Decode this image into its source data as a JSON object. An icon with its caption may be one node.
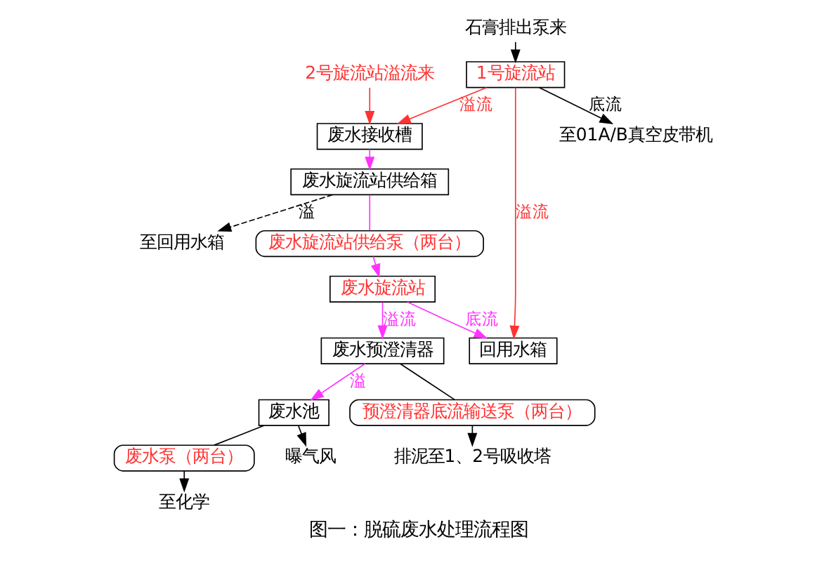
{
  "diagram": {
    "caption": "图一：脱硫废水处理流程图",
    "nodes": [
      {
        "text": [
          "1号旋流站"
        ]
      },
      {
        "text": [
          "石膏排出泵来"
        ]
      },
      {
        "text": [
          "至01A/B真空皮带机"
        ]
      },
      {
        "text": [
          "2号旋流站溢流来"
        ]
      },
      {
        "text": [
          "废水接收槽"
        ]
      },
      {
        "text": [
          "废水旋流站供给箱"
        ]
      },
      {
        "text": [
          "至回用水箱"
        ]
      },
      {
        "text": [
          "废水旋流站供给泵（两台）"
        ]
      },
      {
        "text": [
          "废水旋流站"
        ]
      },
      {
        "text": [
          "回用水箱"
        ]
      },
      {
        "text": [
          "废水预澄清器"
        ]
      },
      {
        "text": [
          "废水池"
        ]
      },
      {
        "text": [
          "废水泵（两台）"
        ]
      },
      {
        "text": [
          "至化学"
        ]
      },
      {
        "text": [
          "曝气风"
        ]
      },
      {
        "text": [
          "预澄清器底流输送泵（两台）"
        ]
      },
      {
        "text": [
          "排泥至1、2号吸收塔"
        ]
      }
    ],
    "edges": [
      {
        "from": 1,
        "to": 0,
        "arrow": "to"
      },
      {
        "from": 0,
        "to": 2,
        "arrow": "to",
        "label": "底流"
      },
      {
        "from": 0,
        "to": 4,
        "arrow": "to",
        "label": "溢流",
        "color": "#ff3333"
      },
      {
        "from": 3,
        "to": 4,
        "arrow": "to",
        "color": "#ff3333"
      },
      {
        "from": 0,
        "to": 9,
        "arrow": "to",
        "label": "溢流",
        "color": "#ff3333"
      },
      {
        "from": 4,
        "to": 5,
        "arrow": "to",
        "color": "#ff33ff"
      },
      {
        "from": 5,
        "to": 6,
        "arrow": "to",
        "label": "溢",
        "style": "dashed"
      },
      {
        "from": 5,
        "to": 7,
        "arrow": "none",
        "color": "#ff33ff"
      },
      {
        "from": 7,
        "to": 8,
        "arrow": "to",
        "color": "#ff33ff"
      },
      {
        "from": 8,
        "to": 9,
        "arrow": "to",
        "label": "底流",
        "color": "#ff33ff"
      },
      {
        "from": 8,
        "to": 10,
        "arrow": "to",
        "label": "溢流",
        "color": "#ff33ff"
      },
      {
        "from": 10,
        "to": 11,
        "arrow": "to",
        "label": "溢",
        "color": "#ff33ff"
      },
      {
        "from": 11,
        "to": 12,
        "arrow": "none"
      },
      {
        "from": 12,
        "to": 13,
        "arrow": "to"
      },
      {
        "from": 11,
        "to": 14,
        "arrow": "to"
      },
      {
        "from": 10,
        "to": 15,
        "arrow": "none"
      },
      {
        "from": 15,
        "to": 16,
        "arrow": "to"
      }
    ]
  }
}
